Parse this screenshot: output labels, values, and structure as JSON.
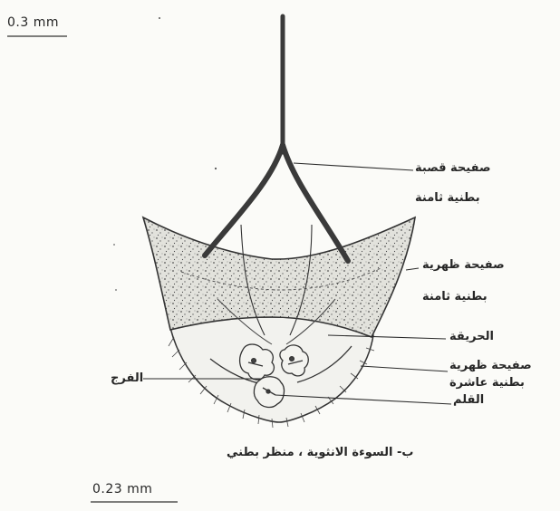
{
  "scale_bars": {
    "top": "0.3 mm",
    "bottom": "0.23 mm"
  },
  "labels": {
    "cornu_plate_line1": "صفيحة قصبة",
    "cornu_plate_line2": "بطنية ثامنة",
    "tergal_plate_line1": "صفيحة ظهرية",
    "tergal_plate_line2": "بطنية ثامنة",
    "ring": "الحريقة",
    "tergal_tenth_line1": "صفيحة ظهرية",
    "tergal_tenth_line2": "بطنية عاشرة",
    "stylus": "القلم",
    "vulva": "الفرج"
  },
  "caption": "ب- السوءة الانثوية ، منظر بطني",
  "colors": {
    "ink": "#2a2a2a",
    "background": "#fbfbf8",
    "plate_fill": "#d8d8d2"
  }
}
